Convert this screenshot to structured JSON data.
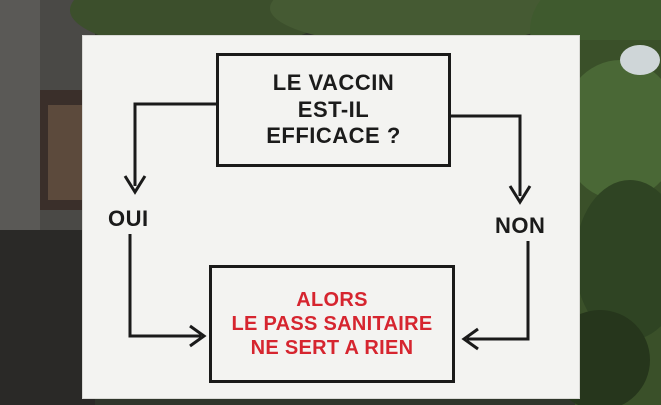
{
  "sign": {
    "question": [
      "LE VACCIN",
      "EST-IL",
      "EFFICACE ?"
    ],
    "branch_yes": "OUI",
    "branch_no": "NON",
    "conclusion": [
      "ALORS",
      "LE PASS SANITAIRE",
      "NE SERT A RIEN"
    ]
  },
  "colors": {
    "sign_background": "#f3f3f1",
    "text_dark": "#1b1b1b",
    "conclusion_text": "#d6252f",
    "foliage": "#3f5a2e"
  }
}
